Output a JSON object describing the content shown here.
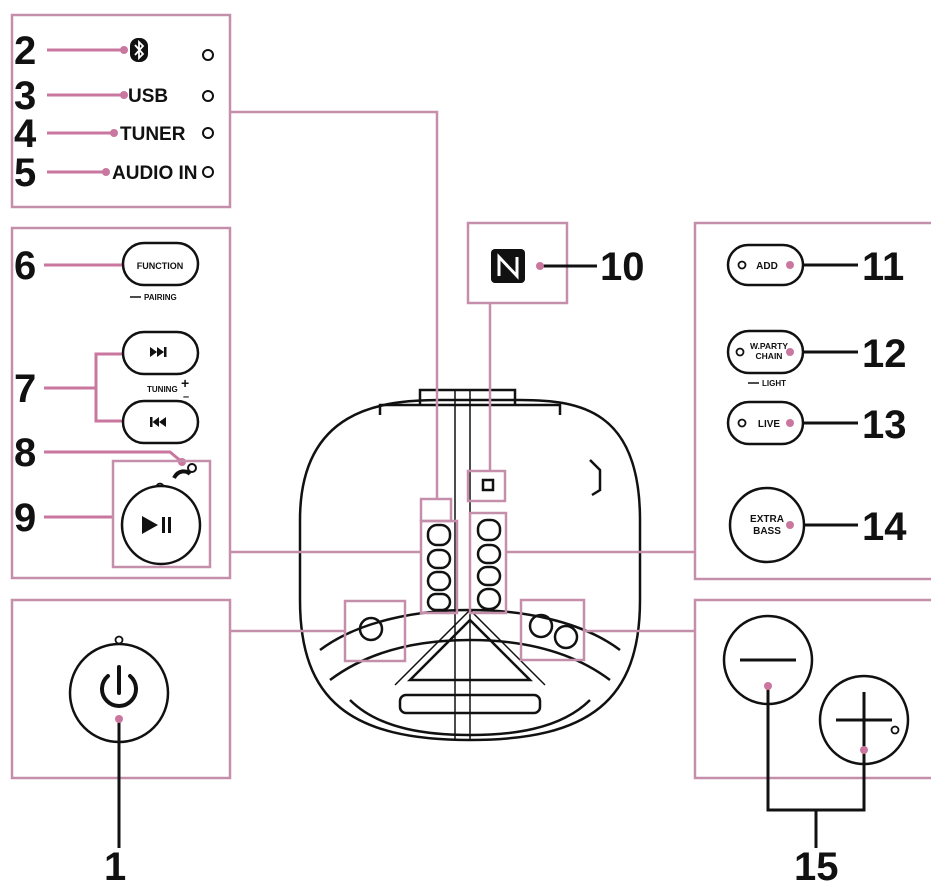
{
  "callouts": {
    "n1": "1",
    "n2": "2",
    "n3": "3",
    "n4": "4",
    "n5": "5",
    "n6": "6",
    "n7": "7",
    "n8": "8",
    "n9": "9",
    "n10": "10",
    "n11": "11",
    "n12": "12",
    "n13": "13",
    "n14": "14",
    "n15": "15"
  },
  "indicators": {
    "usb": "USB",
    "tuner": "TUNER",
    "audio_in": "AUDIO IN"
  },
  "buttons": {
    "function": "FUNCTION",
    "pairing": "PAIRING",
    "tuning": "TUNING",
    "tuning_plus": "+",
    "tuning_minus": "–",
    "add": "ADD",
    "wparty_1": "W.PARTY",
    "wparty_2": "CHAIN",
    "light": "LIGHT",
    "live": "LIVE",
    "extra_1": "EXTRA",
    "extra_2": "BASS"
  },
  "colors": {
    "leader": "#c9779e",
    "stroke": "#111111",
    "panel_border": "#c58fab"
  },
  "icons": [
    "bluetooth-icon",
    "nfc-icon",
    "power-icon",
    "next-icon",
    "previous-icon",
    "play-pause-icon",
    "phone-icon",
    "minus-icon",
    "plus-icon"
  ]
}
